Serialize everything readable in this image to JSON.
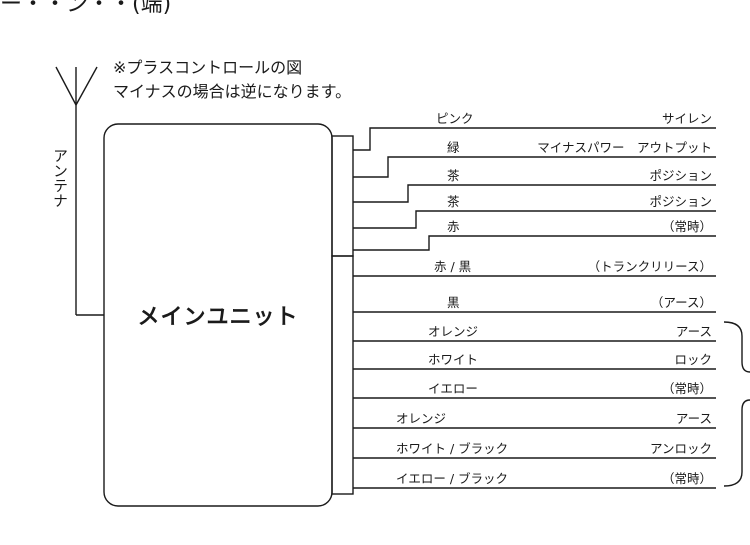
{
  "title_fragment": "ー・・ン・・(端)",
  "note": {
    "line1": "※プラスコントロールの図",
    "line2": "マイナスの場合は逆になります。"
  },
  "antenna_label": "アンテナ",
  "main_unit_label": "メインユニット",
  "wires": [
    {
      "color": "ピンク",
      "function": "サイレン"
    },
    {
      "color": "緑",
      "function": "マイナスパワー　アウトプット"
    },
    {
      "color": "茶",
      "function": "ポジション"
    },
    {
      "color": "茶",
      "function": "ポジション"
    },
    {
      "color": "赤",
      "function": "（常時）"
    },
    {
      "color": "赤 / 黒",
      "function": "（トランクリリース）"
    },
    {
      "color": "黒",
      "function": "（アース）"
    },
    {
      "color": "オレンジ",
      "function": "アース"
    },
    {
      "color": "ホワイト",
      "function": "ロック"
    },
    {
      "color": "イエロー",
      "function": "（常時）"
    },
    {
      "color": "オレンジ",
      "function": "アース"
    },
    {
      "color": "ホワイト / ブラック",
      "function": "アンロック"
    },
    {
      "color": "イエロー / ブラック",
      "function": "（常時）"
    }
  ]
}
